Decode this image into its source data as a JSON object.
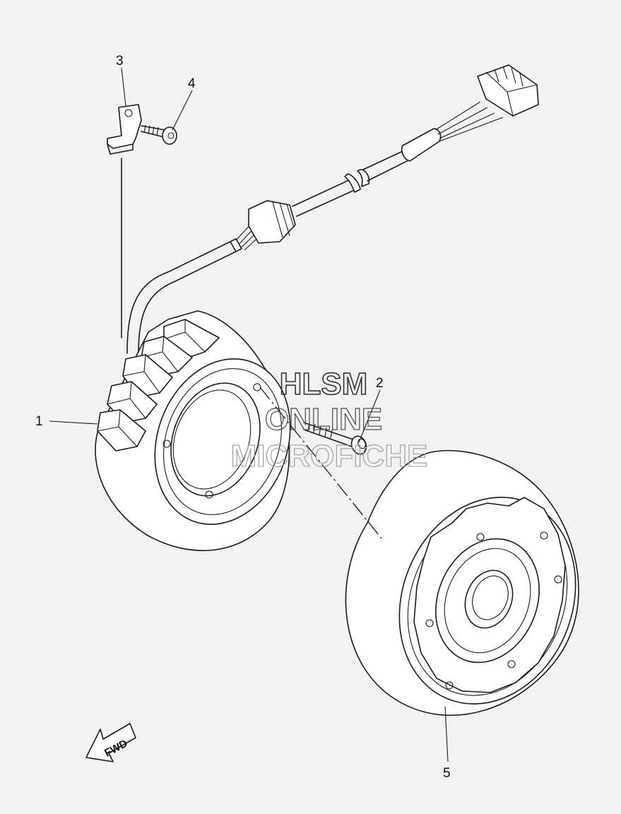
{
  "callouts": {
    "c1": "1",
    "c2": "2",
    "c3": "3",
    "c4": "4",
    "c5": "5"
  },
  "direction_label": "FWD",
  "watermark": {
    "line1": "HLSM",
    "line2": "ONLINE",
    "line3": "MICROFICHE"
  },
  "colors": {
    "background": "#f2f2f2",
    "line": "#1a1a1a",
    "watermark_dark": "#333333",
    "watermark_light": "#999999"
  }
}
